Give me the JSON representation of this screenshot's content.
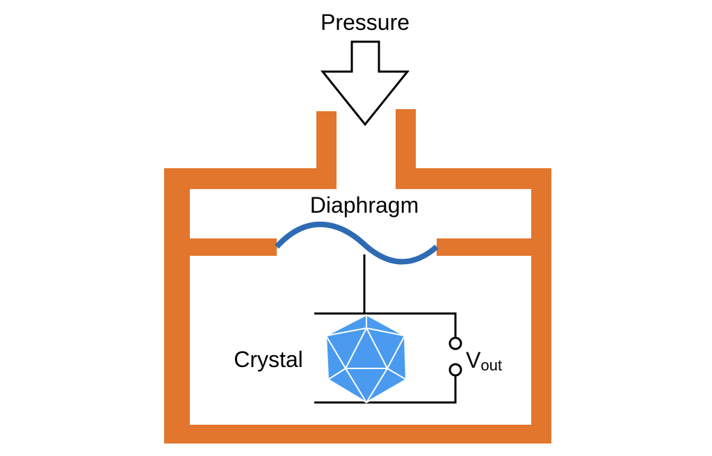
{
  "labels": {
    "pressure": "Pressure",
    "diaphragm": "Diaphragm",
    "crystal": "Crystal",
    "vout_main": "V",
    "vout_sub": "out"
  },
  "colors": {
    "housing": "#E2762D",
    "diaphragm": "#2E6BB3",
    "crystal_fill": "#4A9BEF",
    "crystal_edges": "#FFFFFF",
    "wire": "#000000",
    "arrow": "#000000"
  }
}
